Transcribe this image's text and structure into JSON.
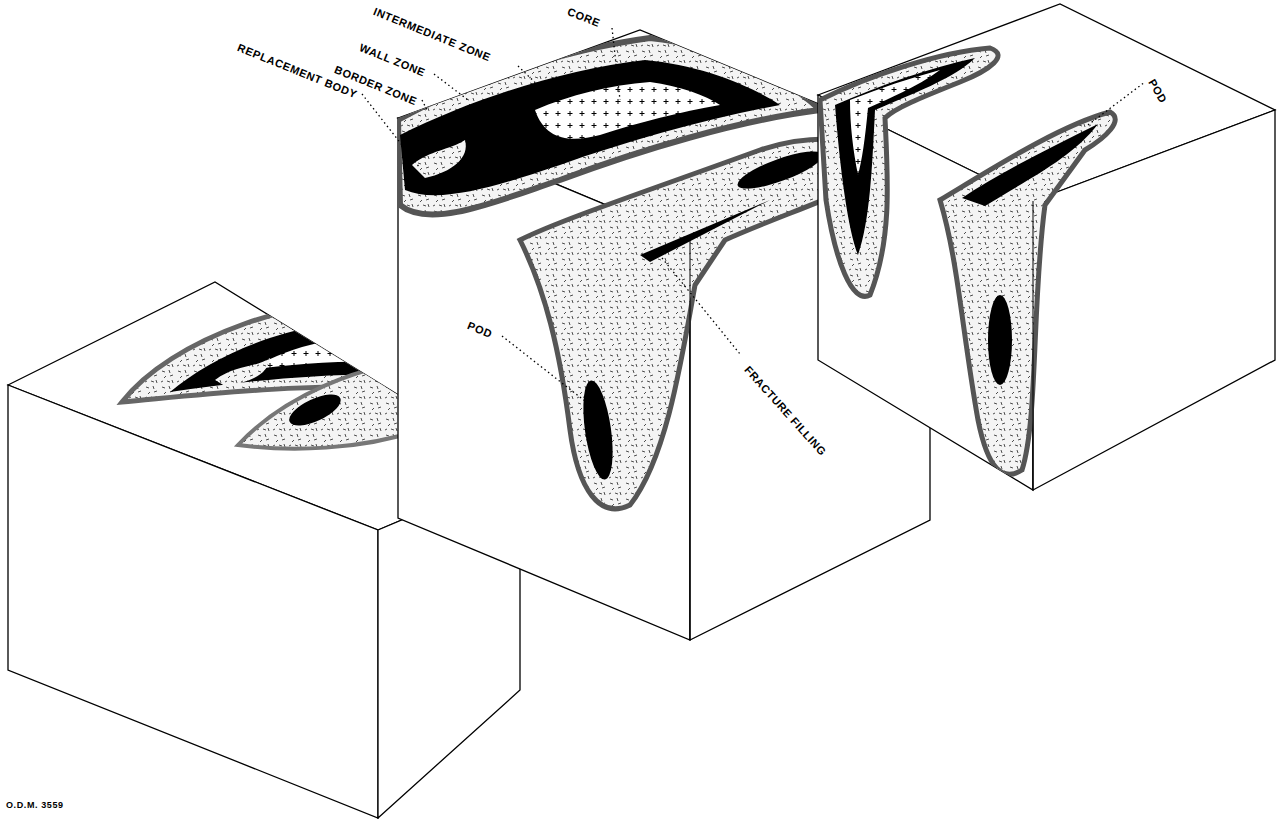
{
  "diagram": {
    "labels": [
      "CORE",
      "INTERMEDIATE ZONE",
      "WALL ZONE",
      "BORDER ZONE",
      "REPLACEMENT BODY",
      "FRACTURE FILLING",
      "POD",
      "POD",
      "O.D.M. 3559"
    ]
  }
}
